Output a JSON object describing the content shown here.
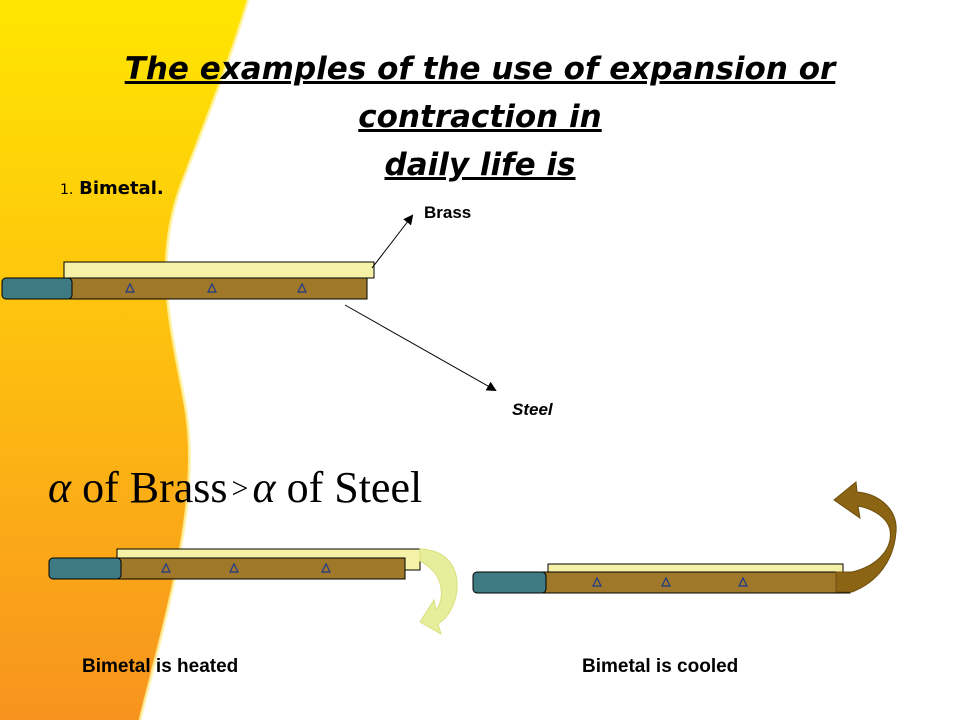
{
  "slide": {
    "title_line1": "The examples of the use of expansion or contraction in",
    "title_line2": "daily life is",
    "item_number": "1.",
    "item_text": "Bimetal.",
    "label_brass": "Brass",
    "label_steel": "Steel",
    "formula": {
      "alpha1": "α",
      "of_brass": " of Brass",
      "gt": ">",
      "alpha2": "α",
      "of_steel": " of Steel"
    },
    "caption_heated": "Bimetal is heated",
    "caption_cooled": "Bimetal is cooled"
  },
  "colors": {
    "brass": "#F5F2A8",
    "steel": "#A0782A",
    "handle": "#3E7A82",
    "background_yellow": "#FFE000",
    "background_orange": "#F7941D",
    "arrow_heated": "#E6EE9C",
    "arrow_cooled": "#8B6414"
  }
}
